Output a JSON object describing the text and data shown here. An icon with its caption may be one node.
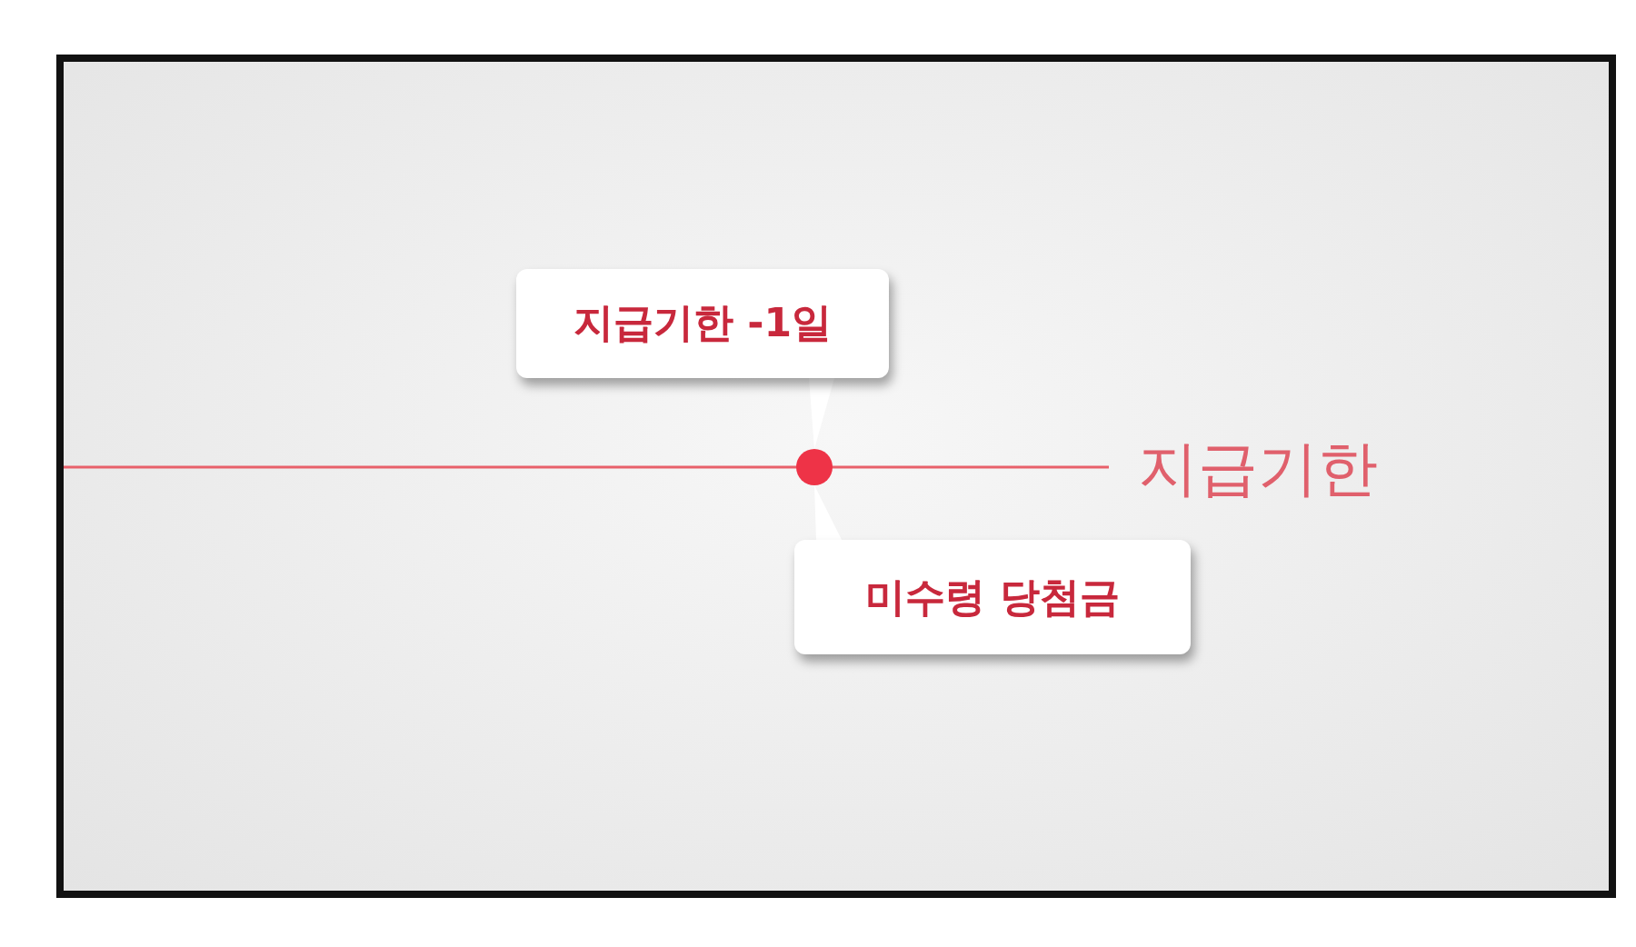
{
  "diagram": {
    "nodes": [
      {
        "text": [
          "지급기한 -1일"
        ]
      },
      {
        "text": [],
        "shape": "circle"
      },
      {
        "text": [
          "미수령 당첨금"
        ]
      }
    ],
    "edges": [
      {
        "from": 0,
        "to": 1,
        "arrow": "none"
      },
      {
        "from": 2,
        "to": 1,
        "arrow": "none"
      }
    ],
    "labels": [
      "지급기한"
    ]
  }
}
